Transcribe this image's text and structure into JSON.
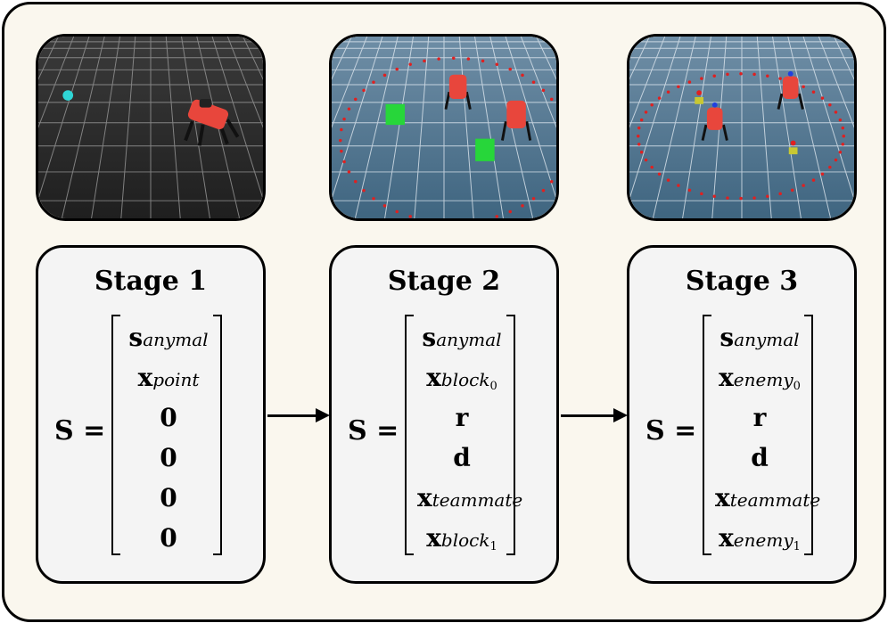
{
  "stages": [
    {
      "title": "Stage 1",
      "lhs": "S =",
      "entries": [
        {
          "base": "s",
          "sub": "anymal",
          "subsub": ""
        },
        {
          "base": "x",
          "sub": "point",
          "subsub": ""
        },
        {
          "base": "0",
          "sub": "",
          "subsub": ""
        },
        {
          "base": "0",
          "sub": "",
          "subsub": ""
        },
        {
          "base": "0",
          "sub": "",
          "subsub": ""
        },
        {
          "base": "0",
          "sub": "",
          "subsub": ""
        }
      ]
    },
    {
      "title": "Stage 2",
      "lhs": "S =",
      "entries": [
        {
          "base": "s",
          "sub": "anymal",
          "subsub": ""
        },
        {
          "base": "x",
          "sub": "block",
          "subsub": "0"
        },
        {
          "base": "r",
          "sub": "",
          "subsub": ""
        },
        {
          "base": "d",
          "sub": "",
          "subsub": ""
        },
        {
          "base": "x",
          "sub": "teammate",
          "subsub": ""
        },
        {
          "base": "x",
          "sub": "block",
          "subsub": "1"
        }
      ]
    },
    {
      "title": "Stage 3",
      "lhs": "S =",
      "entries": [
        {
          "base": "s",
          "sub": "anymal",
          "subsub": ""
        },
        {
          "base": "x",
          "sub": "enemy",
          "subsub": "0"
        },
        {
          "base": "r",
          "sub": "",
          "subsub": ""
        },
        {
          "base": "d",
          "sub": "",
          "subsub": ""
        },
        {
          "base": "x",
          "sub": "teammate",
          "subsub": ""
        },
        {
          "base": "x",
          "sub": "enemy",
          "subsub": "1"
        }
      ]
    }
  ],
  "colors": {
    "background": "#faf7ee",
    "panel": "#f4f4f4",
    "scene1_floor": "#2a2a2a",
    "scene_floor_blue": "#4d6f88",
    "robot": "#e8463c",
    "block": "#27d63a",
    "target_point": "#2fd6d6",
    "boundary": "#e02020"
  }
}
